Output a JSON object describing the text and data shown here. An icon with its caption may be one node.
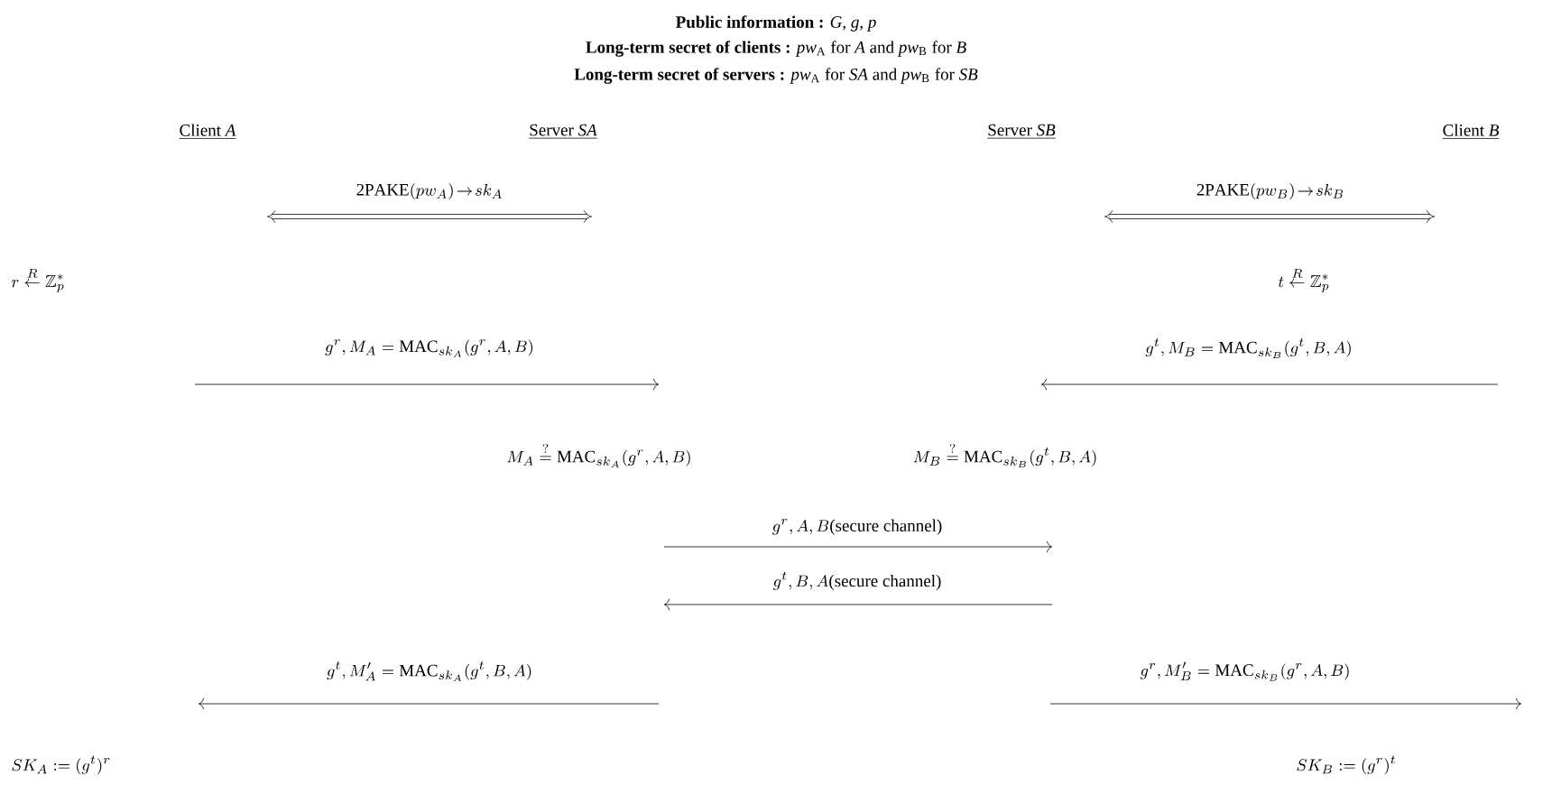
{
  "diagram": {
    "title": "**Public information :** *G*, *g*, *p*",
    "nodes": [
      {
        "text": [
          "Client *A*"
        ]
      },
      {
        "text": [
          "Server *SA*"
        ]
      },
      {
        "text": [
          "Server *SB*"
        ]
      },
      {
        "text": [
          "Client *B*"
        ]
      }
    ],
    "labels": [
      "**Long-term secret of clients :** *pw*$_{A}$ for *A* and *pw*$_{B}$ for *B*",
      "**Long-term secret of servers :** *pw*$_{A}$ for *SA* and *pw*$_{B}$ for *SB*",
      "\\mathrm{2PAKE}(pw_{A})\\!\\to\\! sk_{A}",
      "\\mathrm{2PAKE}(pw_{B})\\!\\to\\! sk_{B}",
      "r \\stackrel{R}{\\leftarrow} \\mathbb{Z}_{p}^{*}",
      "t \\stackrel{R}{\\leftarrow} \\mathbb{Z}_{p}^{*}",
      "g^{r}, M_{A} = \\mathrm{MAC}_{sk_{A}}(g^{r}, A, B)",
      "g^{t}, M_{B} = \\mathrm{MAC}_{sk_{B}}(g^{t}, B, A)",
      "M_{A} \\stackrel{?}{=} \\mathrm{MAC}_{sk_{A}}(g^{r}, A, B)",
      "M_{B} \\stackrel{?}{=} \\mathrm{MAC}_{sk_{B}}(g^{t}, B, A)",
      "g^{r}, A, B\\text{(secure channel)}",
      "g^{t}, B, A\\text{(secure channel)}",
      "g^{t}, M'_{A} = \\mathrm{MAC}_{sk_{A}}(g^{t}, B, A)",
      "g^{r}, M'_{B} = \\mathrm{MAC}_{sk_{B}}(g^{r}, A, B)",
      "SK_{A} := (g^{t})^{r}",
      "SK_{B} := (g^{r})^{t}"
    ]
  }
}
